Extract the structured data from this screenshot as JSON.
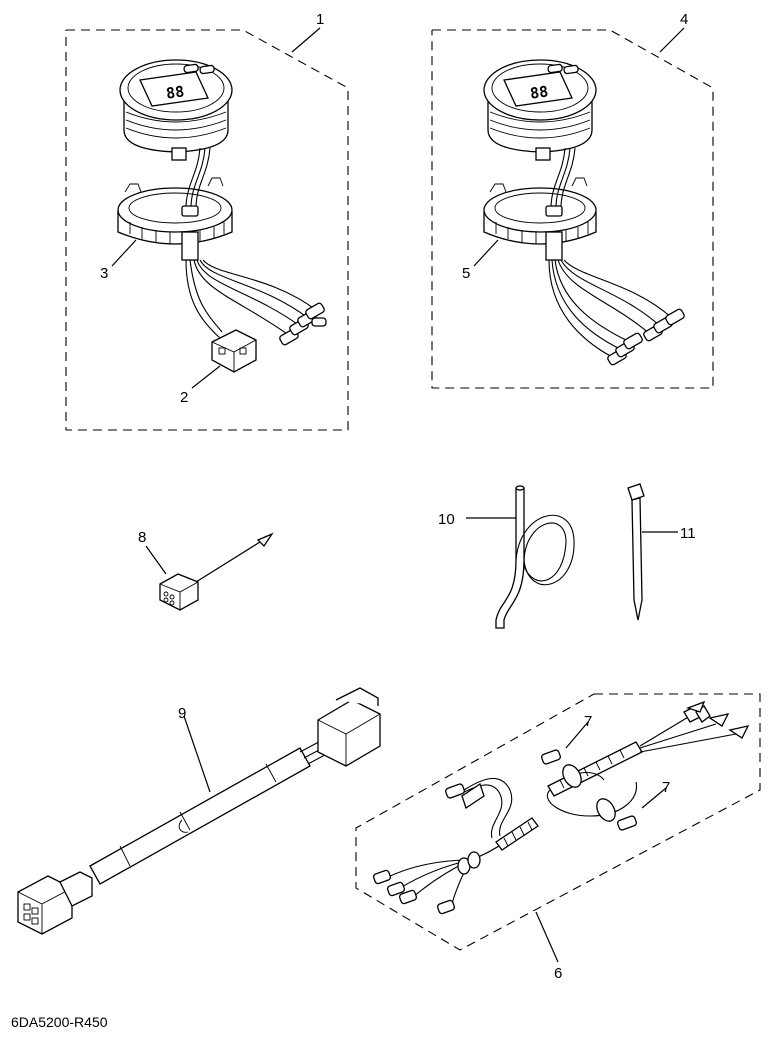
{
  "callouts": {
    "c1": "1",
    "c2": "2",
    "c3": "3",
    "c4": "4",
    "c5": "5",
    "c6": "6",
    "c7a": "7",
    "c7b": "7",
    "c8": "8",
    "c9": "9",
    "c10": "10",
    "c11": "11"
  },
  "diagram_code": "6DA5200-R450",
  "gauge_display": "88"
}
